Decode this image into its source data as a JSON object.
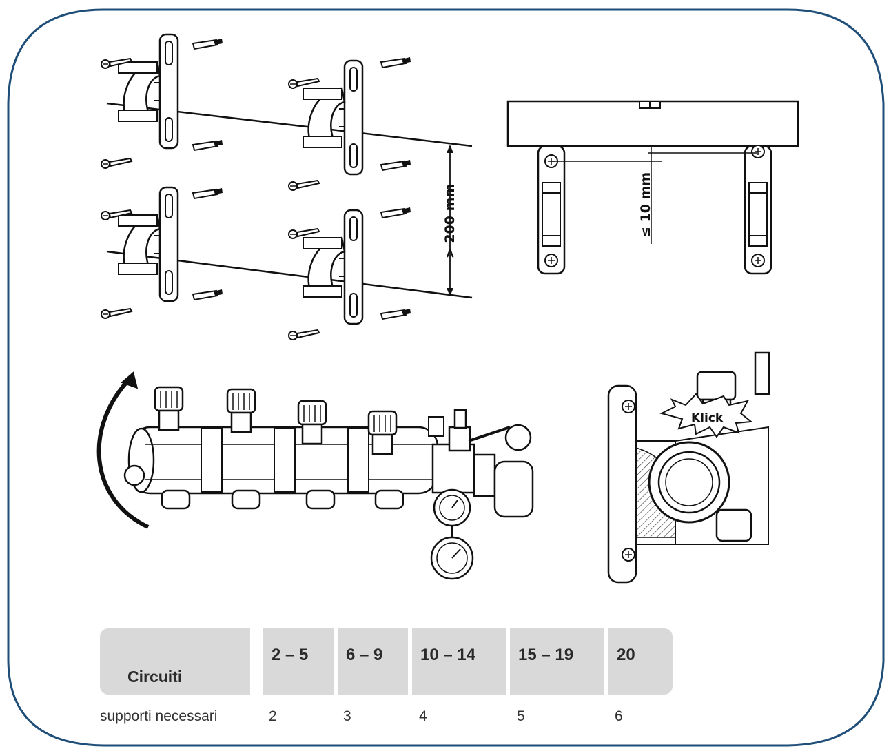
{
  "diagram": {
    "dimension_spacing": "> 200 mm",
    "dimension_gap": "≤ 10 mm",
    "click_label": "Klick"
  },
  "table": {
    "header_label": "Circuiti",
    "ranges": [
      "2 – 5",
      "6 – 9",
      "10 – 14",
      "15 – 19",
      "20"
    ],
    "row_label": "supporti necessari",
    "values": [
      "2",
      "3",
      "4",
      "5",
      "6"
    ]
  },
  "colors": {
    "frame": "#1f4e79",
    "table_header": "#d9d9d9",
    "line": "#111111"
  }
}
